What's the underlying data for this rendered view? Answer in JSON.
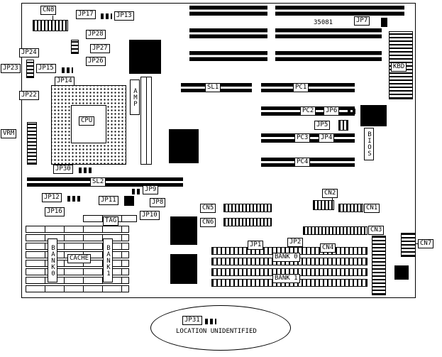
{
  "board": {
    "part_number": "35081"
  },
  "labels": {
    "cn8": "CN8",
    "jp17": "JP17",
    "jp13": "JP13",
    "jp28": "JP28",
    "jp27": "JP27",
    "jp26": "JP26",
    "jp24": "JP24",
    "jp23": "JP23",
    "jp15": "JP15",
    "jp22": "JP22",
    "jp14": "JP14",
    "cpu": "CPU",
    "amp": "AMP",
    "jp7": "JP7",
    "kbd": "KBD",
    "sl1": "SL1",
    "pc1": "PC1",
    "pc2": "PC2",
    "jp6": "JP6",
    "jp5": "JP5",
    "pc3": "PC3",
    "jp4": "JP4",
    "bios": "BIOS",
    "pc4": "PC4",
    "vrm": "VRM",
    "jp30": "JP30",
    "sl2": "SL2",
    "jp12": "JP12",
    "jp16": "JP16",
    "jp11": "JP11",
    "jp9": "JP9",
    "jp8": "JP8",
    "jp10": "JP10",
    "tag": "TAG",
    "cn5": "CN5",
    "cn6": "CN6",
    "cn2": "CN2",
    "cn1": "CN1",
    "cn3": "CN3",
    "cn7": "CN7",
    "bank0_cache": "BANK0",
    "cache": "CACHE",
    "bank1_cache": "BANK1",
    "jp1": "JP1",
    "jp2": "JP2",
    "cn4": "CN4",
    "bank0_simm": "BANK 0",
    "bank1_simm": "BANK 1",
    "jp31": "JP31"
  },
  "note": {
    "text": "LOCATION UNIDENTIFIED"
  }
}
